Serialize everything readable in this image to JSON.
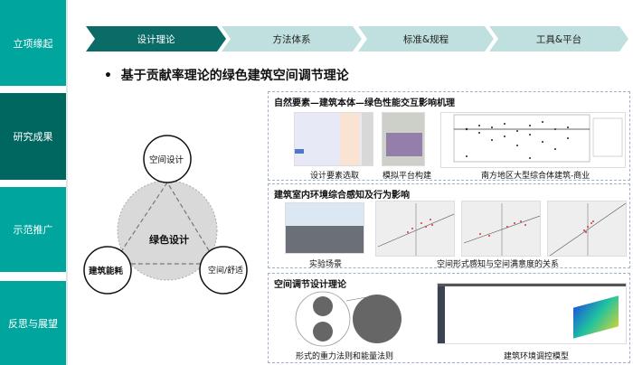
{
  "sidebar": {
    "items": [
      {
        "label": "立项缘起"
      },
      {
        "label": "研究成果"
      },
      {
        "label": "示范推广"
      },
      {
        "label": "反思与展望"
      }
    ],
    "active": 1
  },
  "steps": [
    {
      "label": "设计理论"
    },
    {
      "label": "方法体系"
    },
    {
      "label": "标准&规程"
    },
    {
      "label": "工具&平台"
    }
  ],
  "heading": "基于贡献率理论的绿色建筑空间调节理论",
  "diagram": {
    "center": "绿色设计",
    "top": "空间设计",
    "left": "建筑能耗",
    "right": "空间/舒适"
  },
  "panels": [
    {
      "title": "自然要素—建筑本体—绿色性能交互影响机理",
      "captions": [
        "设计要素选取",
        "模拟平台构建",
        "南方地区大型综合体建筑-商业"
      ]
    },
    {
      "title": "建筑室内环境综合感知及行为影响",
      "captions": [
        "实验场景",
        "空间形式感知与空间满意度的关系"
      ]
    },
    {
      "title": "空间调节设计理论",
      "captions": [
        "形式的重力法则和能量法则",
        "建筑环境调控模型"
      ]
    }
  ],
  "colors": {
    "nav": "#00a59e",
    "nav_active": "#006660",
    "step": "#bfe0de",
    "step_active": "#0b6b66"
  }
}
